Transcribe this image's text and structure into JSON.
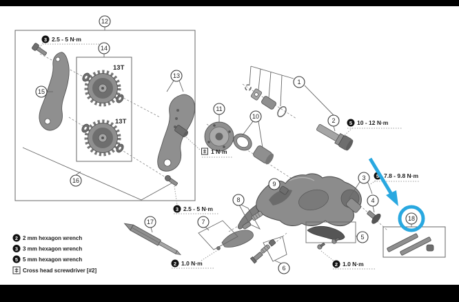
{
  "colors": {
    "highlight": "#29a8e0",
    "ink": "#1a1a1a",
    "part_gray": "#8f8f8f",
    "background": "#ffffff",
    "letterbox": "#000000"
  },
  "callouts": [
    "1",
    "2",
    "3",
    "4",
    "5",
    "6",
    "7",
    "8",
    "9",
    "10",
    "11",
    "12",
    "13",
    "14",
    "15",
    "16",
    "17",
    "18"
  ],
  "pulley_labels": [
    "13T",
    "13T"
  ],
  "torque_labels": [
    {
      "tool": "3",
      "text": "2.5 - 5 N·m"
    },
    {
      "tool": "5",
      "text": "10 - 12 N·m"
    },
    {
      "tool": "cross",
      "text": "1 N·m"
    },
    {
      "tool": "3",
      "text": "2.5 - 5 N·m"
    },
    {
      "tool": "5",
      "text": "7.8 - 9.8 N·m"
    },
    {
      "tool": "2",
      "text": "1.0 N·m"
    },
    {
      "tool": "2",
      "text": "1.0 N·m"
    }
  ],
  "legend": {
    "items": [
      {
        "tool": "2",
        "label": "2 mm hexagon wrench"
      },
      {
        "tool": "3",
        "label": "3 mm hexagon wrench"
      },
      {
        "tool": "5",
        "label": "5 mm hexagon wrench"
      },
      {
        "tool": "cross",
        "label": "Cross head screwdriver [#2]"
      }
    ]
  }
}
